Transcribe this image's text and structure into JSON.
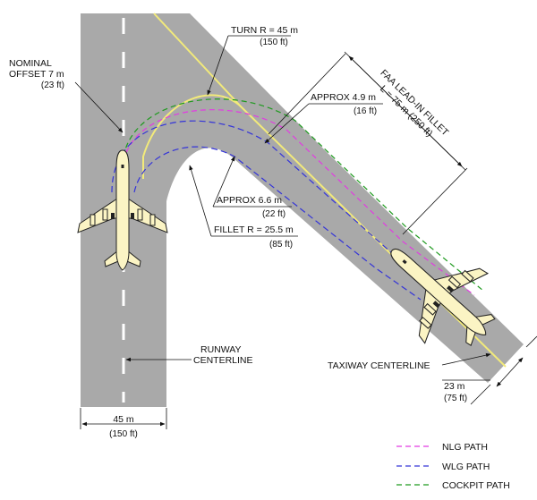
{
  "labels": {
    "nominal_offset_line1": "NOMINAL",
    "nominal_offset_line2": "OFFSET 7 m",
    "nominal_offset_sub": "(23 ft)",
    "turn_r": "TURN R = 45 m",
    "turn_r_sub": "(150 ft)",
    "approx_49": "APPROX 4.9 m",
    "approx_49_sub": "(16 ft)",
    "approx_66": "APPROX 6.6 m",
    "approx_66_sub": "(22 ft)",
    "fillet_r": "FILLET R = 25.5 m",
    "fillet_r_sub": "(85 ft)",
    "faa_line1": "FAA LEAD-IN FILLET",
    "faa_line2": "L = 75 m (250 ft)",
    "runway_cl_line1": "RUNWAY",
    "runway_cl_line2": "CENTERLINE",
    "taxiway_cl": "TAXIWAY CENTERLINE",
    "width_45": "45 m",
    "width_45_sub": "(150 ft)",
    "width_23": "23 m",
    "width_23_sub": "(75 ft)"
  },
  "legend": [
    {
      "label": "NLG PATH",
      "color": "#e23be2"
    },
    {
      "label": "WLG PATH",
      "color": "#3434d8"
    },
    {
      "label": "COCKPIT PATH",
      "color": "#1f9a1f"
    }
  ],
  "colors": {
    "pavement": "#a9a9a9",
    "centerline": "#f2ea7a",
    "aircraft": "#fbf4c4"
  }
}
